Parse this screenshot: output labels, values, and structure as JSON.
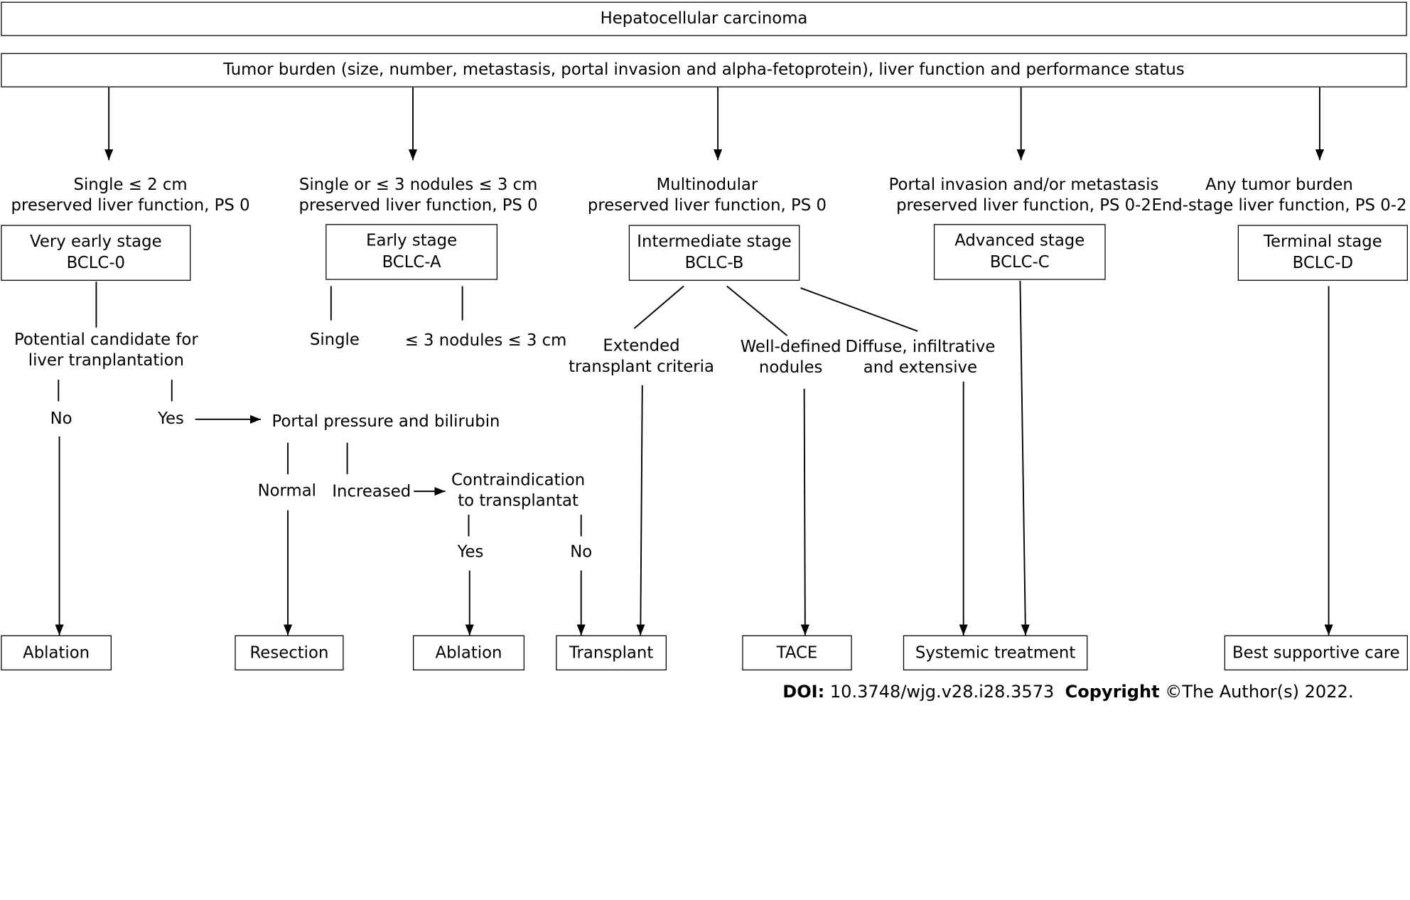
{
  "top": "Hepatocellular carcinoma",
  "assessment": "Tumor burden (size, number, metastasis, portal invasion and alpha-fetoprotein), liver function and performance status",
  "stages": [
    {
      "criteria1": "Single ≤ 2 cm",
      "criteria2": "preserved liver function, PS 0",
      "name": "Very early stage",
      "code": "BCLC-0"
    },
    {
      "criteria1": "Single or ≤ 3 nodules ≤ 3 cm",
      "criteria2": "preserved liver function, PS 0",
      "name": "Early stage",
      "code": "BCLC-A"
    },
    {
      "criteria1": "Multinodular",
      "criteria2": "preserved liver function, PS 0",
      "name": "Intermediate stage",
      "code": "BCLC-B"
    },
    {
      "criteria1": "Portal invasion and/or metastasis",
      "criteria2": "preserved liver function, PS 0-2",
      "name": "Advanced stage",
      "code": "BCLC-C"
    },
    {
      "criteria1": "Any tumor burden",
      "criteria2": "End-stage liver function, PS 0-2",
      "name": "Terminal stage",
      "code": "BCLC-D"
    }
  ],
  "very_early": {
    "candidate1": "Potential candidate for",
    "candidate2": "liver tranplantation",
    "no": "No",
    "yes": "Yes"
  },
  "portal": {
    "title": "Portal pressure and bilirubin",
    "normal": "Normal",
    "increased": "Increased",
    "contra1": "Contraindication",
    "contra2": "to transplantat",
    "yes": "Yes",
    "no": "No"
  },
  "early": {
    "single": "Single",
    "nodules": "≤ 3 nodules ≤ 3 cm"
  },
  "intermediate": {
    "extended1": "Extended",
    "extended2": "transplant criteria",
    "welldef1": "Well-defined",
    "welldef2": "nodules",
    "diffuse1": "Diffuse, infiltrative",
    "diffuse2": "and extensive"
  },
  "treatments": [
    "Ablation",
    "Resection",
    "Ablation",
    "Transplant",
    "TACE",
    "Systemic treatment",
    "Best supportive care"
  ],
  "footer": {
    "doi_label": "DOI:",
    "doi_value": "10.3748/wjg.v28.i28.3573",
    "copyright_label": "Copyright",
    "copyright_value": "©The Author(s) 2022."
  }
}
